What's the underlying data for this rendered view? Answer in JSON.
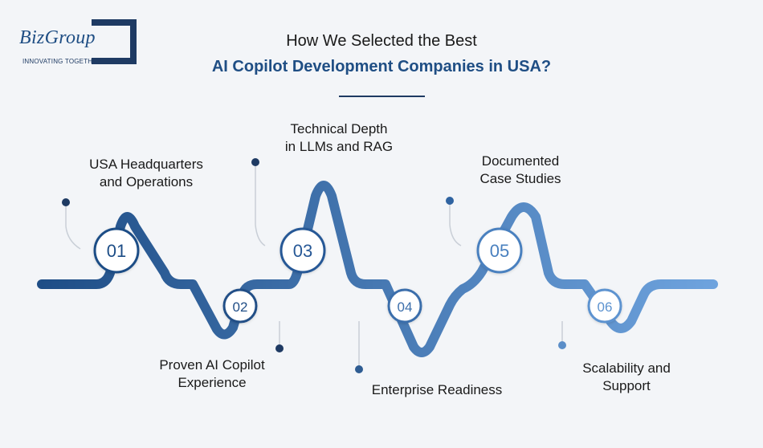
{
  "logo": {
    "name": "BizGroup",
    "tagline": "INNOVATING TOGETHER"
  },
  "title": {
    "line1": "How We Selected the Best",
    "line2": "AI Copilot Development Companies in USA?"
  },
  "colors": {
    "dark_blue": "#1e4d86",
    "light_blue": "#6ea3de",
    "title_blue": "#1f4e84"
  },
  "steps": [
    {
      "number": "01",
      "label_line1": "USA Headquarters",
      "label_line2": "and Operations"
    },
    {
      "number": "02",
      "label_line1": "Proven AI Copilot",
      "label_line2": "Experience"
    },
    {
      "number": "03",
      "label_line1": "Technical Depth",
      "label_line2": "in LLMs and RAG"
    },
    {
      "number": "04",
      "label_line1": "Enterprise Readiness",
      "label_line2": ""
    },
    {
      "number": "05",
      "label_line1": "Documented",
      "label_line2": "Case Studies"
    },
    {
      "number": "06",
      "label_line1": "Scalability and",
      "label_line2": "Support"
    }
  ]
}
